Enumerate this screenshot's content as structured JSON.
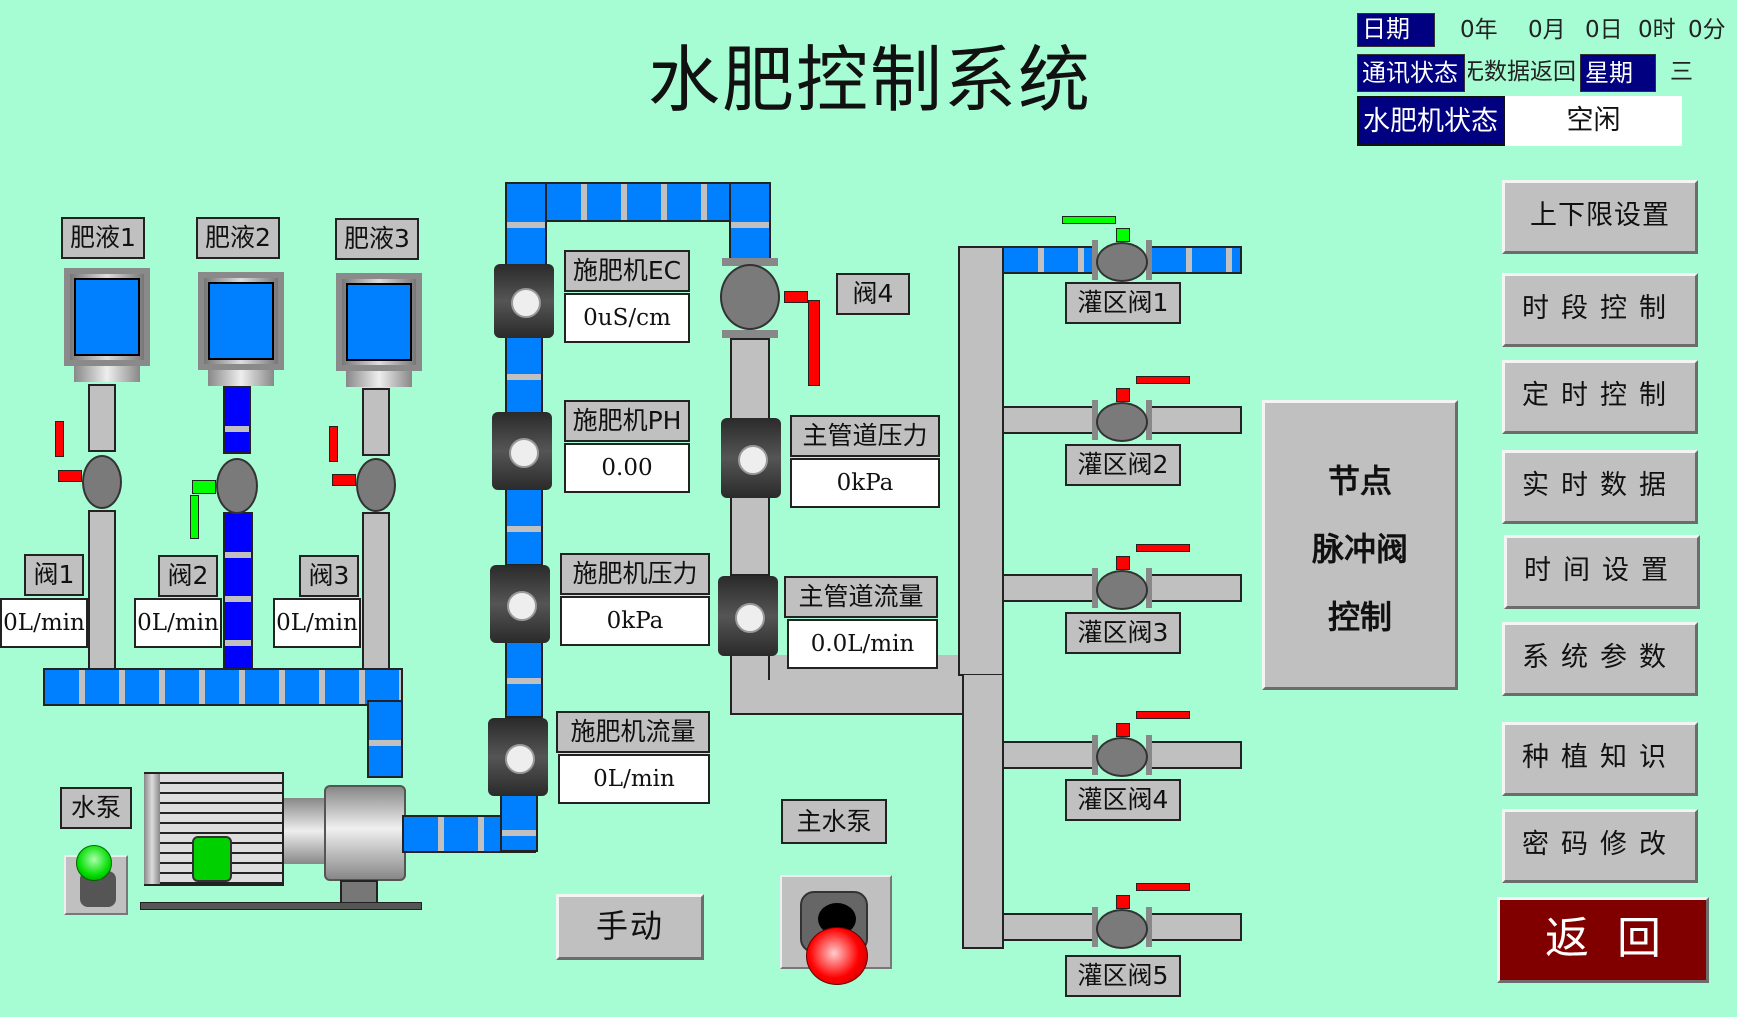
{
  "header": {
    "title": "水肥控制系统",
    "date_label": "日期",
    "date": {
      "year": "0年",
      "month": "0月",
      "day": "0日",
      "hour": "0时",
      "minute": "0分"
    },
    "comm_label": "通讯状态",
    "comm_value": "无数据返回",
    "weekday_label": "星期",
    "weekday_value": "三",
    "machine_status_label": "水肥机状态",
    "machine_status_value": "空闲"
  },
  "tanks": [
    {
      "label": "肥液1"
    },
    {
      "label": "肥液2"
    },
    {
      "label": "肥液3"
    }
  ],
  "tank_valves": [
    {
      "label": "阀1",
      "flow": "0L/min",
      "state": "closed"
    },
    {
      "label": "阀2",
      "flow": "0L/min",
      "state": "open"
    },
    {
      "label": "阀3",
      "flow": "0L/min",
      "state": "closed"
    }
  ],
  "sensors": [
    {
      "label": "施肥机EC",
      "value": "0uS/cm"
    },
    {
      "label": "施肥机PH",
      "value": "0.00"
    },
    {
      "label": "施肥机压力",
      "value": "0kPa"
    },
    {
      "label": "施肥机流量",
      "value": "0L/min"
    },
    {
      "label": "主管道压力",
      "value": "0kPa"
    },
    {
      "label": "主管道流量",
      "value": "0.0L/min"
    }
  ],
  "valve4": {
    "label": "阀4",
    "state": "closed"
  },
  "pump": {
    "label": "水泵",
    "indicator": "green"
  },
  "main_pump": {
    "label": "主水泵",
    "indicator": "red"
  },
  "manual_button": "手动",
  "zones": [
    {
      "label": "灌区阀1",
      "state": "open"
    },
    {
      "label": "灌区阀2",
      "state": "closed"
    },
    {
      "label": "灌区阀3",
      "state": "closed"
    },
    {
      "label": "灌区阀4",
      "state": "closed"
    },
    {
      "label": "灌区阀5",
      "state": "closed"
    }
  ],
  "node_button": [
    "节点",
    "脉冲阀",
    "控制"
  ],
  "menu": [
    "上下限设置",
    "时段控制",
    "定时控制",
    "实时数据",
    "时间设置",
    "系统参数",
    "种植知识",
    "密码修改"
  ],
  "back_button": "返  回",
  "colors": {
    "background": "#a6fcd3",
    "water": "#0080ff",
    "fert2": "#0000ff",
    "open": "#00ff00",
    "closed": "#ff0000",
    "navy": "#000080",
    "back": "#800000"
  }
}
